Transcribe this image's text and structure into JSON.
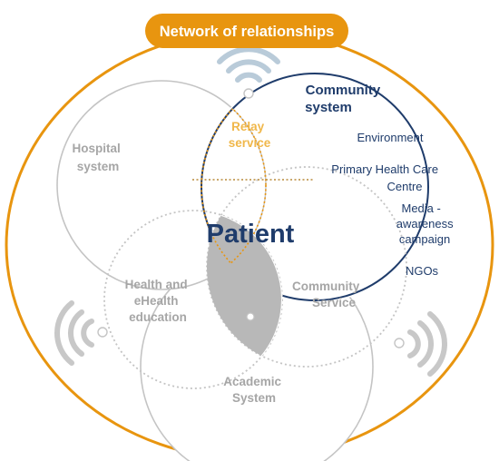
{
  "title": "Network of relationships",
  "colors": {
    "orange": "#e8950f",
    "navy": "#1f3c6b",
    "gray_outline": "#c4c4c4",
    "gray_text": "#a6a6a6",
    "patient_fill": "#b8b8b8",
    "relay_text": "#f0b74a",
    "white": "#ffffff"
  },
  "circles": {
    "hospital": [
      "Hospital",
      "system"
    ],
    "community_system": [
      "Community",
      "system"
    ],
    "health_education": [
      "Health and",
      "eHealth",
      "education"
    ],
    "community_service": [
      "Community",
      "Service"
    ],
    "academic": [
      "Academic",
      "System"
    ]
  },
  "relay": [
    "Relay",
    "service"
  ],
  "patient": "Patient",
  "community_items": {
    "environment": "Environment",
    "primary_care": [
      "Primary Health Care",
      "Centre"
    ],
    "media": [
      "Media -",
      "awareness",
      "campaign"
    ],
    "ngos": "NGOs"
  },
  "icons": [
    "wifi-signal-icon",
    "signal-waves-left-icon",
    "signal-waves-right-icon"
  ]
}
